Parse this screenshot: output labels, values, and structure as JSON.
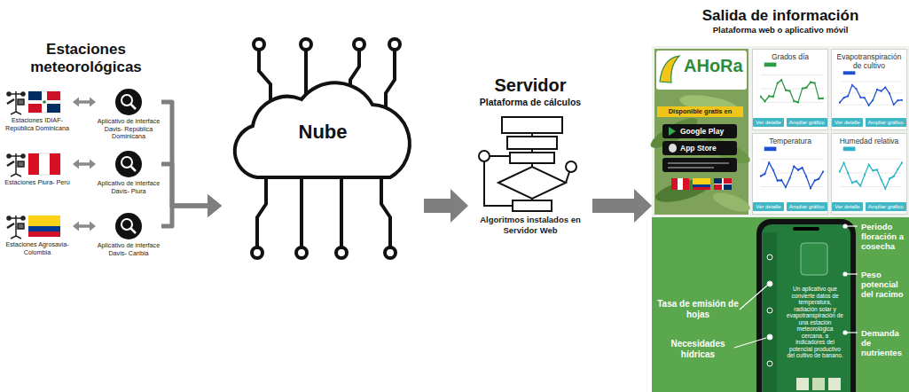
{
  "diagram": {
    "nodes": [
      {
        "text": [
          "Estaciones IDIAF- República Dominicana"
        ]
      },
      {
        "text": [
          "Aplicativo de interface Davis- República Dominicana"
        ]
      },
      {
        "text": [
          "Estaciones Piura- Perú"
        ]
      },
      {
        "text": [
          "Aplicativo de interface Davis- Piura"
        ]
      },
      {
        "text": [
          "Estaciones Agrosavia- Colombia"
        ]
      },
      {
        "text": [
          "Aplicativo de interface Davis- Caribia"
        ]
      },
      {
        "text": [
          "Nube"
        ]
      },
      {
        "text": [
          "Servidor",
          "Plataforma de cálculos",
          "Algoritmos instalados en Servidor Web"
        ]
      },
      {
        "text": [
          "Salida de información",
          "Plataforma web o aplicativo móvil"
        ]
      },
      {
        "text": [
          "Grados día",
          "Ver detalle",
          "Ampliar gráfico"
        ],
        "in": 8
      },
      {
        "text": [
          "Evapotranspiración de cultivo",
          "Ver detalle",
          "Ampliar gráfico"
        ],
        "in": 8
      },
      {
        "text": [
          "Temperatura",
          "Ver detalle",
          "Ampliar gráfico"
        ],
        "in": 8
      },
      {
        "text": [
          "Humedad relativa",
          "Ver detalle",
          "Ampliar gráfico"
        ],
        "in": 8
      },
      {
        "text": [
          "Un aplicativo que convierte datos de temperatura, radiación solar y evapotranspiración de una estación meteorológica cercana, a indicadores del potencial productivo del cultivo de banano."
        ],
        "in": 8
      }
    ],
    "edges": [
      {
        "from": 0,
        "to": 1,
        "arrow": "both"
      },
      {
        "from": 2,
        "to": 3,
        "arrow": "both"
      },
      {
        "from": 4,
        "to": 5,
        "arrow": "both"
      },
      {
        "from": 1,
        "to": 6,
        "arrow": "to"
      },
      {
        "from": 3,
        "to": 6,
        "arrow": "to"
      },
      {
        "from": 5,
        "to": 6,
        "arrow": "to"
      },
      {
        "from": 6,
        "to": 7,
        "arrow": "to"
      },
      {
        "from": 7,
        "to": 8,
        "arrow": "to"
      }
    ],
    "labels": [
      "Estaciones meteorológicas",
      "AHoRa",
      "Disponible gratis en",
      "Google Play",
      "App Store",
      "Tasa de emisión de hojas",
      "Necesidades hídricas",
      "Periodo floración a cosecha",
      "Peso potencial del racimo",
      "Demanda de nutrientes"
    ]
  }
}
